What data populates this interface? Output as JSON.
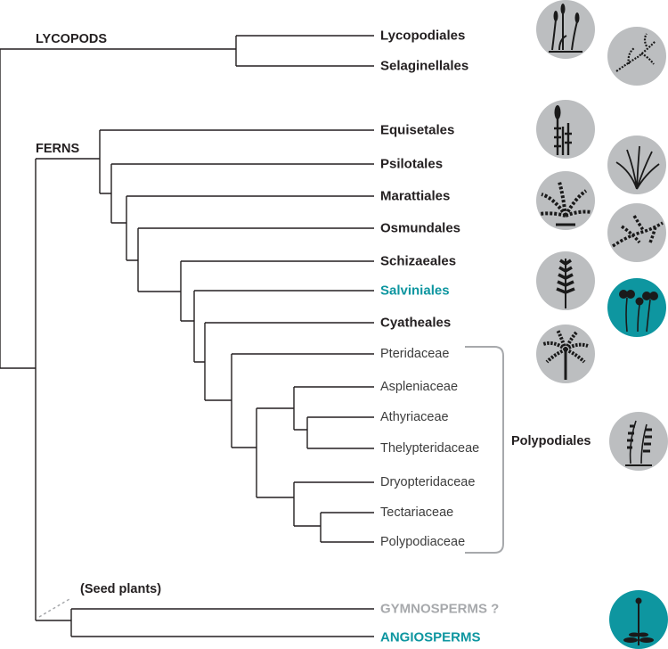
{
  "groups": {
    "lycopods": "LYCOPODS",
    "ferns": "FERNS",
    "seed_plants": "(Seed plants)",
    "polypodiales": "Polypodiales"
  },
  "taxa": {
    "lycopodiales": "Lycopodiales",
    "selaginellales": "Selaginellales",
    "equisetales": "Equisetales",
    "psilotales": "Psilotales",
    "marattiales": "Marattiales",
    "osmundales": "Osmundales",
    "schizaeales": "Schizaeales",
    "salviniales": "Salviniales",
    "cyatheales": "Cyatheales",
    "pteridaceae": "Pteridaceae",
    "aspleniaceae": "Aspleniaceae",
    "athyriaceae": "Athyriaceae",
    "thelypteridaceae": "Thelypteridaceae",
    "dryopteridaceae": "Dryopteridaceae",
    "tectariaceae": "Tectariaceae",
    "polypodiaceae": "Polypodiaceae",
    "gymnosperms": "GYMNOSPERMS ?",
    "angiosperms": "ANGIOSPERMS"
  },
  "colors": {
    "line": "#231f20",
    "teal": "#0e96a0",
    "grey_label": "#a7a9ac",
    "circle_grey": "#bcbec0",
    "bracket": "#a7a9ac"
  }
}
